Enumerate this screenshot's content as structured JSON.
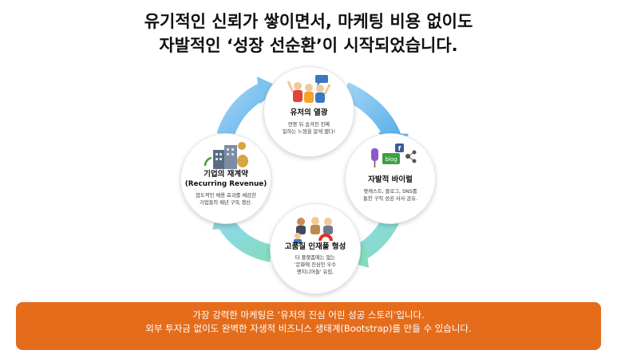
{
  "header": {
    "line1": "유기적인 신뢰가 쌓이면서, 마케팅 비용 없이도",
    "line2": "자발적인 ‘성장 선순환’이 시작되었습니다."
  },
  "nodes": {
    "top": {
      "title": "유저의 열광",
      "desc1": "연봉 뒤 숨겨진 진짜",
      "desc2": "일하는 느낌을 알게 됐다!",
      "icon": "cheering-people-icon"
    },
    "right": {
      "title": "자발적 바이럴",
      "desc1": "팟캐스트, 블로그, SNS를",
      "desc2": "통한 구직 성공 서사 공유.",
      "icon": "social-media-icon",
      "blog_label": "blog"
    },
    "bottom": {
      "title": "고품질 인재풀 형성",
      "desc1": "타 플랫폼에는 없는",
      "desc2": "'문화에 진심인 우수",
      "desc3": "엔지니어들' 유입.",
      "icon": "talent-magnet-icon"
    },
    "left": {
      "title": "기업의 재계약",
      "subtitle": "(Recurring Revenue)",
      "desc1": "압도적인 채용 효과를 체감한",
      "desc2": "기업들의 매년 구독 갱신.",
      "icon": "company-building-icon"
    }
  },
  "footer": {
    "line1": "가장 강력한 마케팅은 ‘유저의 진심 어린 성공 스토리’입니다.",
    "line2": "외부 투자금 없이도 완벽한 자생적 비즈니스 생태계(Bootstrap)를 만들 수 있습니다."
  },
  "colors": {
    "arrow_blue": "#7ec3ef",
    "arrow_green": "#86dcc4",
    "footer_orange": "#e46c1a",
    "title_text": "#111111"
  }
}
